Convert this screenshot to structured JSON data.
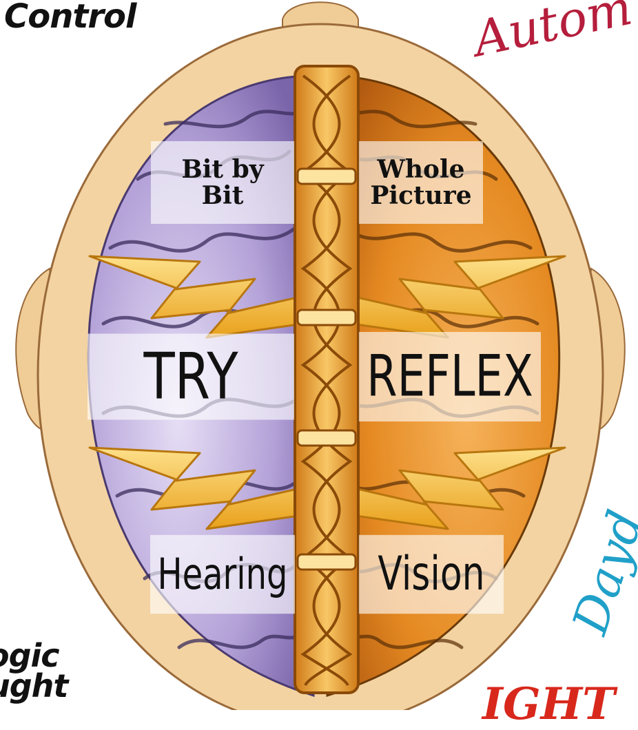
{
  "corners": {
    "top_left": "Control",
    "bottom_left": "ogic\nught"
  },
  "labels": {
    "bit_by_bit": "Bit by\nBit",
    "whole_picture": "Whole\nPicture",
    "try": "TRY",
    "reflex": "REFLEX",
    "hearing": "Hearing",
    "vision": "Vision"
  },
  "edge_text": {
    "autom": "Autom",
    "dayd": "Dayd",
    "ight": "IGHT"
  },
  "colors": {
    "left_hemisphere": "#b8a6dc",
    "right_hemisphere": "#e8902a",
    "skull": "#f3d3a1",
    "braid": "#f2a93a",
    "lightning": "#f7c03e"
  }
}
